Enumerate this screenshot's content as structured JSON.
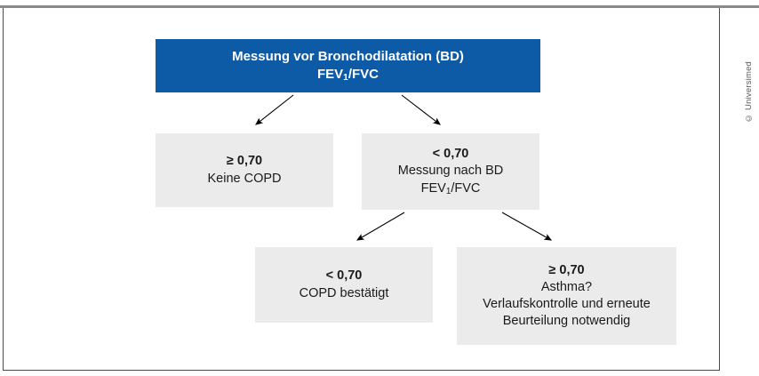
{
  "credit": {
    "text": "© Universimed"
  },
  "diagram": {
    "type": "flowchart",
    "nodes": [
      {
        "id": "root",
        "role": "root",
        "lines": [
          {
            "text": "Messung vor Bronchodilatation (BD)",
            "bold": true
          },
          {
            "text": "FEV₁/FVC",
            "bold": true
          }
        ],
        "line1": "Messung vor Bronchodilatation (BD)",
        "line2_pre": "FEV",
        "line2_sub": "1",
        "line2_post": "/FVC",
        "fill": "#0d5aa7",
        "text_color": "#ffffff"
      },
      {
        "id": "no-copd",
        "role": "outcome",
        "line1": "≥ 0,70",
        "line2": "Keine COPD",
        "fill": "#ebebeb",
        "text_color": "#1a1a1a"
      },
      {
        "id": "post-bd",
        "role": "decision",
        "line1": "< 0,70",
        "line2": "Messung nach BD",
        "line3_pre": "FEV",
        "line3_sub": "1",
        "line3_post": "/FVC",
        "fill": "#ebebeb",
        "text_color": "#1a1a1a"
      },
      {
        "id": "copd-confirmed",
        "role": "outcome",
        "line1": "< 0,70",
        "line2": "COPD bestätigt",
        "fill": "#ebebeb",
        "text_color": "#1a1a1a"
      },
      {
        "id": "asthma",
        "role": "outcome",
        "line1": "≥ 0,70",
        "line2": "Asthma?",
        "line3": "Verlaufskontrolle und erneute",
        "line4": "Beurteilung notwendig",
        "fill": "#ebebeb",
        "text_color": "#1a1a1a"
      }
    ],
    "edges": [
      {
        "from": "root",
        "to": "no-copd"
      },
      {
        "from": "root",
        "to": "post-bd"
      },
      {
        "from": "post-bd",
        "to": "copd-confirmed"
      },
      {
        "from": "post-bd",
        "to": "asthma"
      }
    ],
    "colors": {
      "accent_blue": "#0d5aa7",
      "node_gray": "#ebebeb",
      "arrow": "#000000",
      "frame": "#4a4a4d",
      "top_rule": "#8a8a8d"
    }
  }
}
